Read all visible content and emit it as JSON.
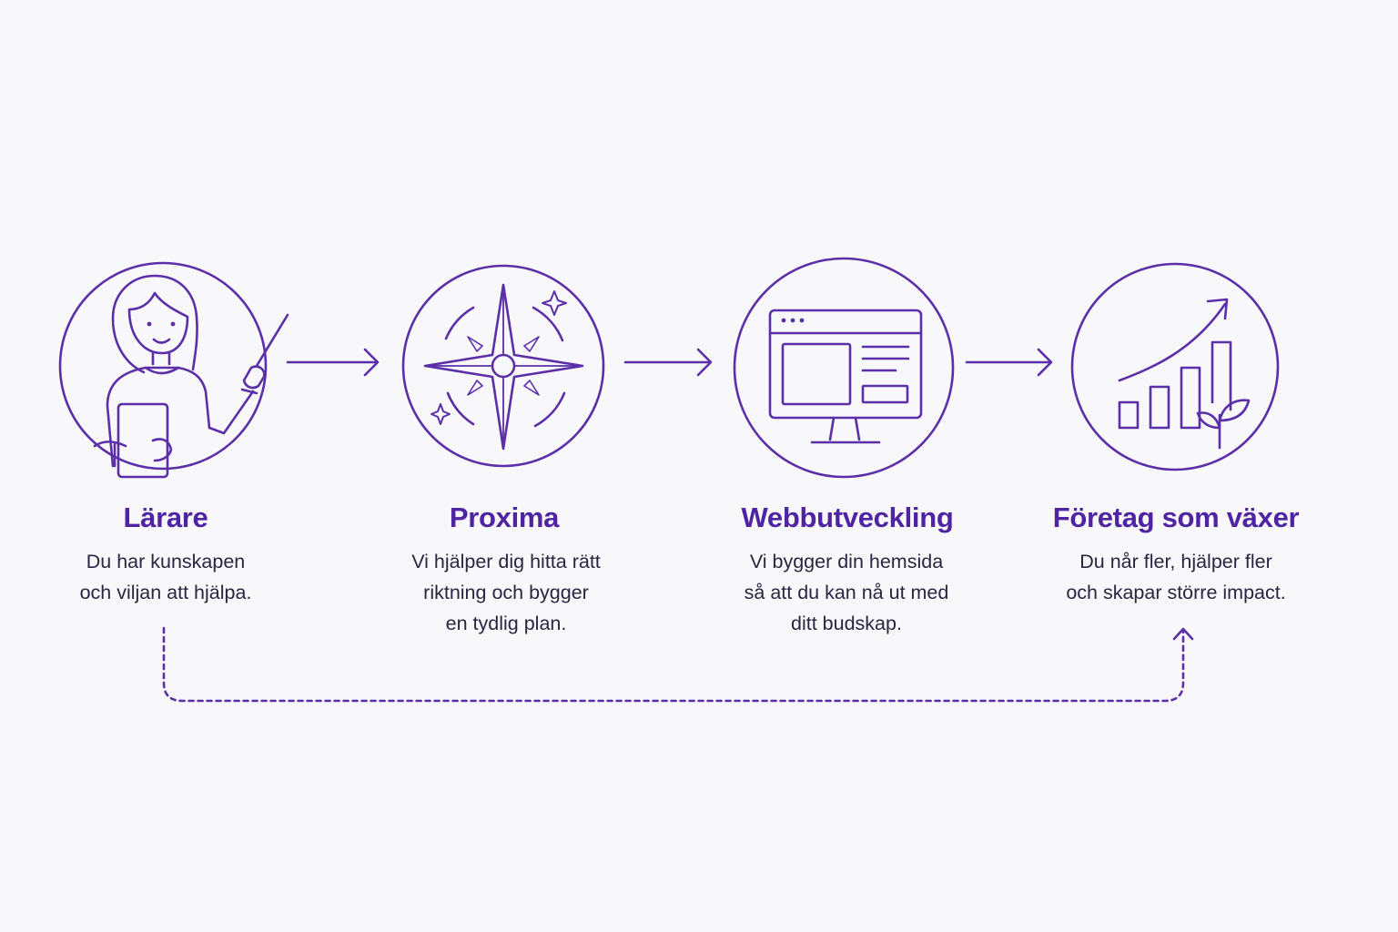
{
  "colors": {
    "accent": "#5b2fa8",
    "title": "#4f24a3",
    "text": "#2a2540",
    "background": "#f8f7fa"
  },
  "steps": [
    {
      "icon": "teacher-icon",
      "title": "Lärare",
      "description": [
        "Du har kunskapen",
        "och viljan att hjälpa."
      ]
    },
    {
      "icon": "compass-icon",
      "title": "Proxima",
      "description": [
        "Vi hjälper dig hitta rätt",
        "riktning och bygger",
        "en tydlig plan."
      ]
    },
    {
      "icon": "monitor-icon",
      "title": "Webbutveckling",
      "description": [
        "Vi bygger din hemsida",
        "så att du kan nå ut med",
        "ditt budskap."
      ]
    },
    {
      "icon": "growth-chart-icon",
      "title": "Företag som växer",
      "description": [
        "Du når fler, hjälper fler",
        "och skapar större impact."
      ]
    }
  ],
  "connectors": {
    "arrow": "arrow-right-icon",
    "feedback_loop": "dashed-arrow-icon"
  }
}
